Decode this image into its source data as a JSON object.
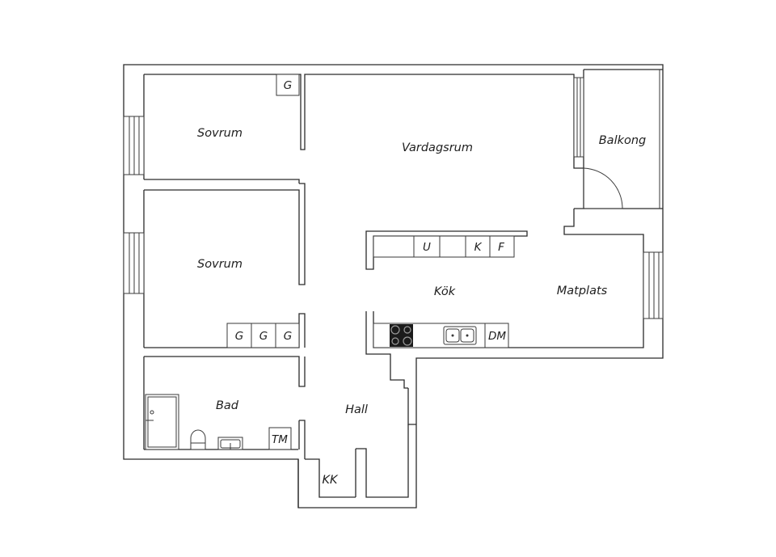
{
  "rooms": {
    "sovrum_1": "Sovrum",
    "sovrum_2": "Sovrum",
    "vardagsrum": "Vardagsrum",
    "balkong": "Balkong",
    "kok": "Kök",
    "matplats": "Matplats",
    "bad": "Bad",
    "hall": "Hall",
    "kk": "KK"
  },
  "fixtures": {
    "g_bedroom1": "G",
    "g_bedroom2_a": "G",
    "g_bedroom2_b": "G",
    "g_bedroom2_c": "G",
    "kitchen_u": "U",
    "kitchen_k": "K",
    "kitchen_f": "F",
    "kitchen_dm": "DM",
    "bath_tm": "TM"
  }
}
